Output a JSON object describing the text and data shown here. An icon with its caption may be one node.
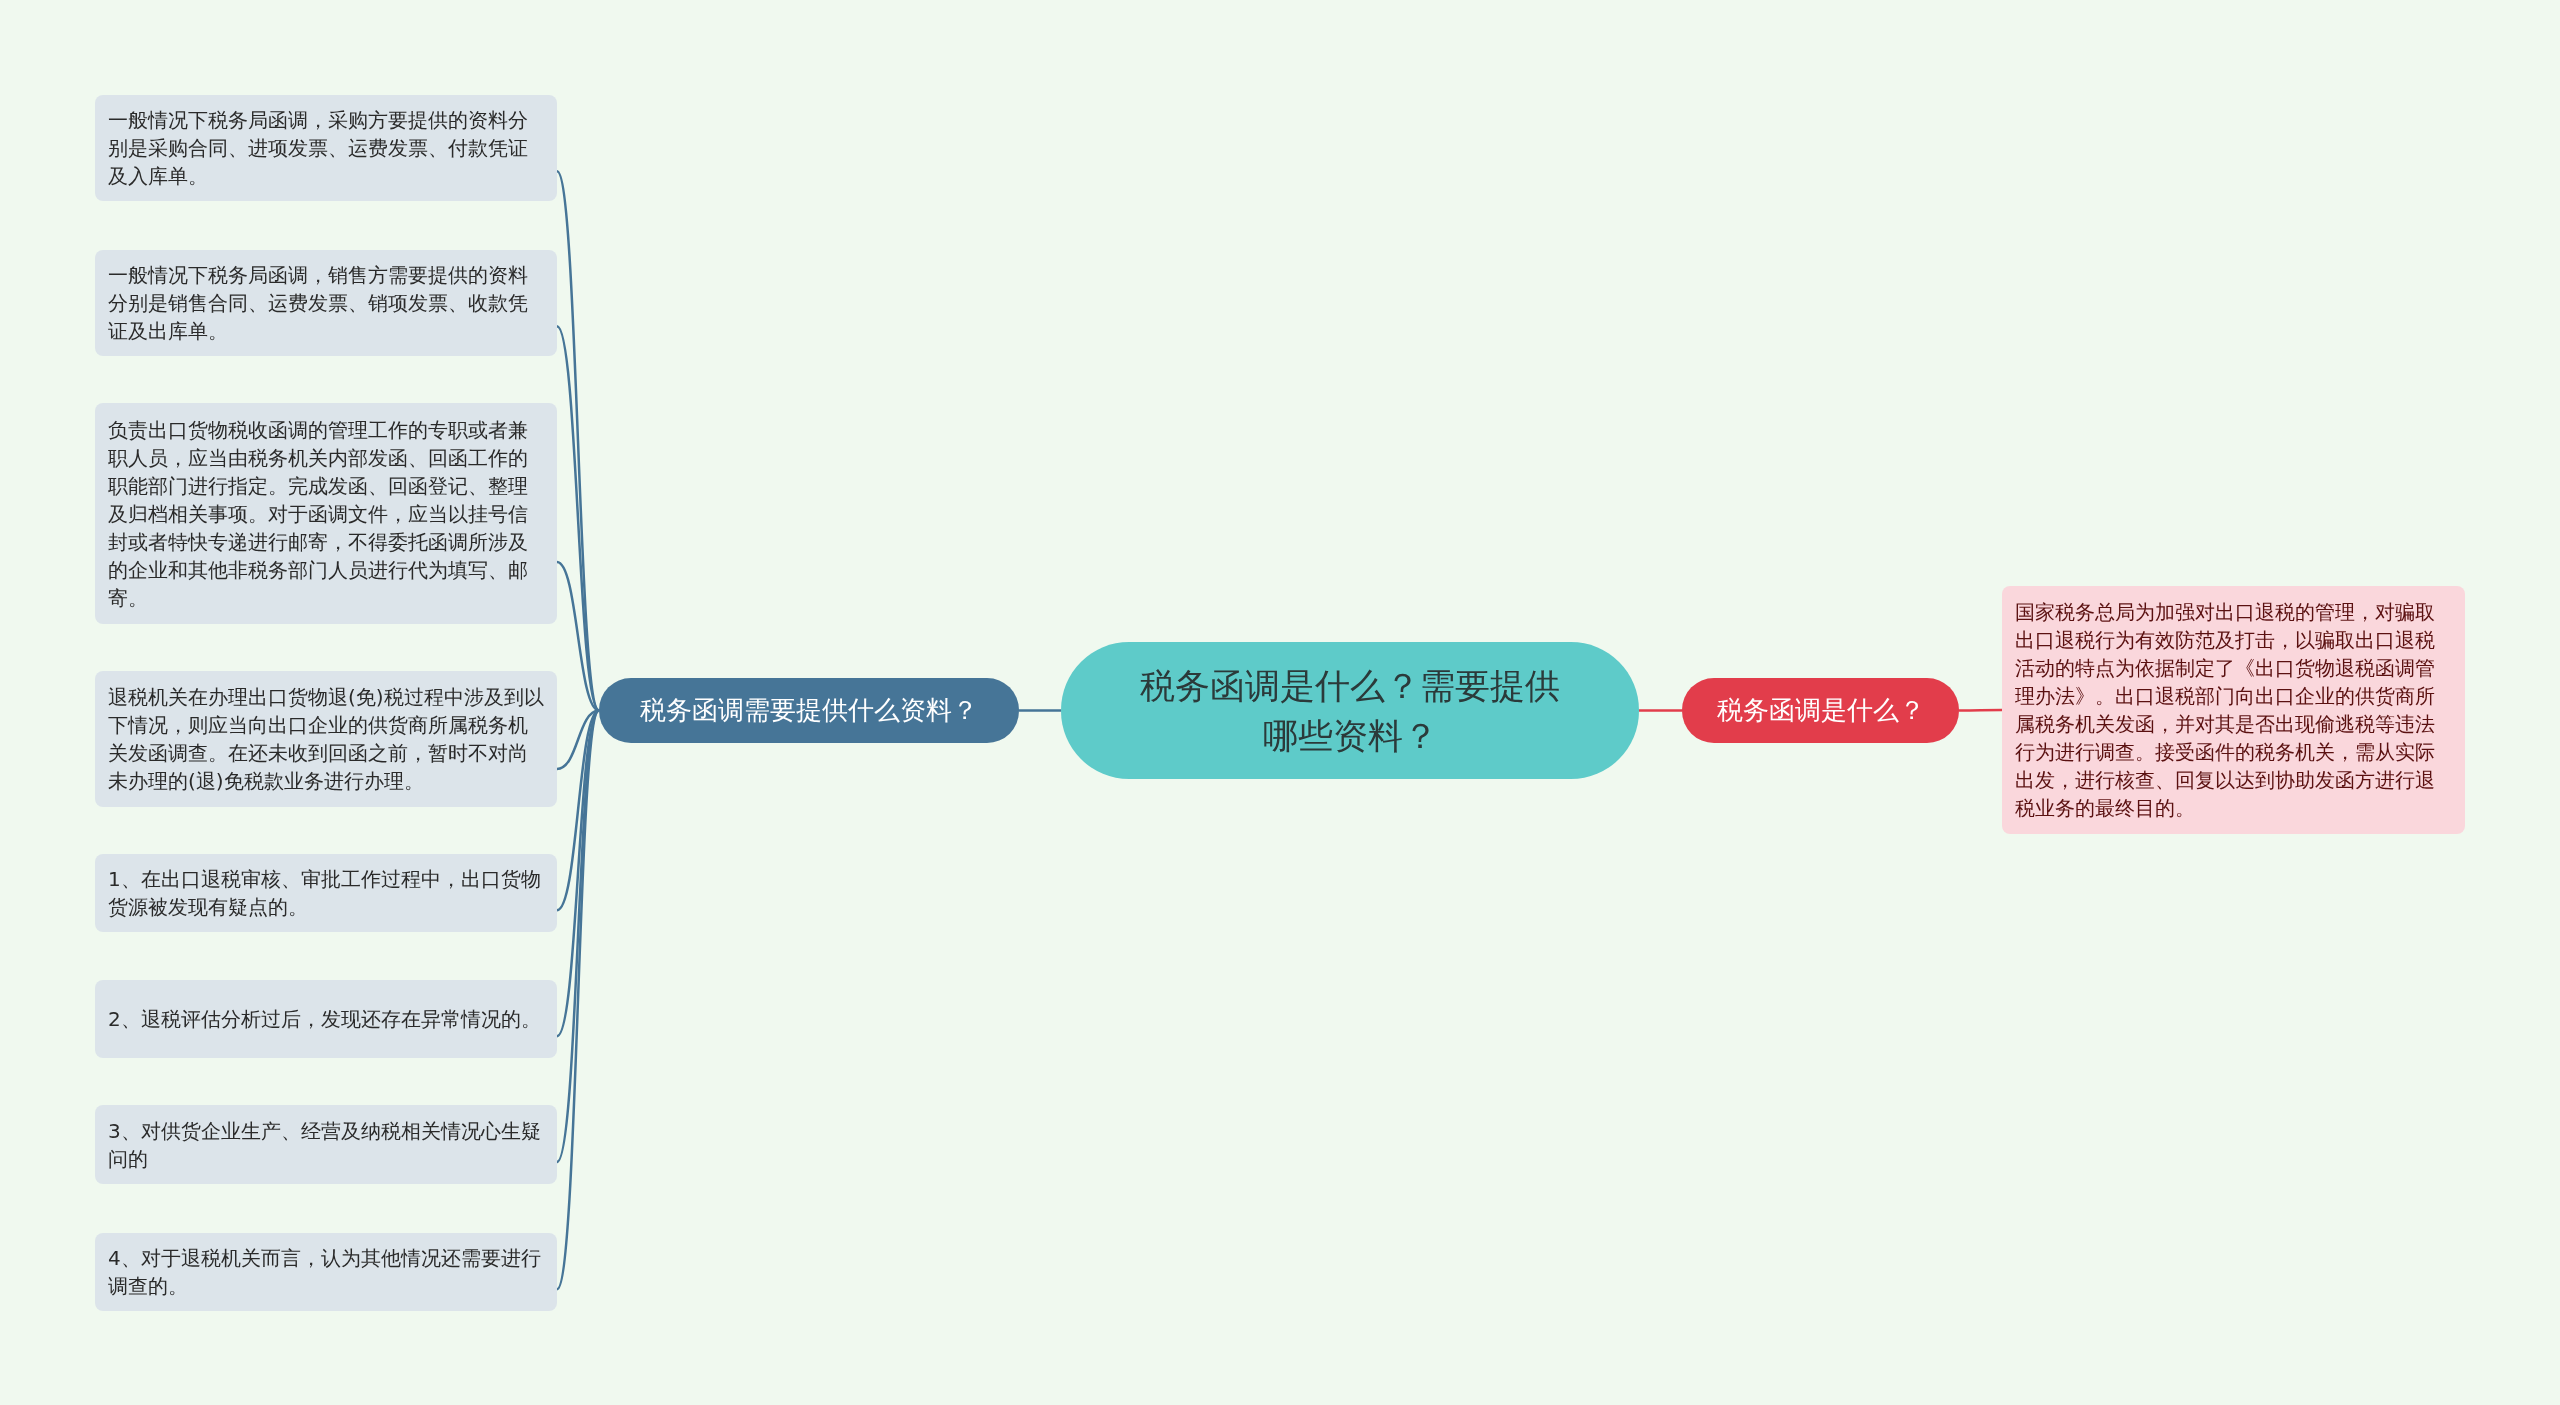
{
  "diagram": {
    "nodes": [
      {
        "text": [
          "税务函调是什么？需要提供哪些资料？"
        ]
      },
      {
        "text": [
          "税务函调需要提供什么资料？"
        ]
      },
      {
        "text": [
          "一般情况下税务局函调，采购方要提供的资料分别是采购合同、进项发票、运费发票、付款凭证及入库单。"
        ]
      },
      {
        "text": [
          "一般情况下税务局函调，销售方需要提供的资料分别是销售合同、运费发票、销项发票、收款凭证及出库单。"
        ]
      },
      {
        "text": [
          "负责出口货物税收函调的管理工作的专职或者兼职人员，应当由税务机关内部发函、回函工作的职能部门进行指定。完成发函、回函登记、整理及归档相关事项。对于函调文件，应当以挂号信封或者特快专递进行邮寄，不得委托函调所涉及的企业和其他非税务部门人员进行代为填写、邮寄。"
        ]
      },
      {
        "text": [
          "退税机关在办理出口货物退(免)税过程中涉及到以下情况，则应当向出口企业的供货商所属税务机关发函调查。在还未收到回函之前，暂时不对尚未办理的(退)免税款业务进行办理。"
        ]
      },
      {
        "text": [
          "1、在出口退税审核、审批工作过程中，出口货物货源被发现有疑点的。"
        ]
      },
      {
        "text": [
          "2、退税评估分析过后，发现还存在异常情况的。"
        ]
      },
      {
        "text": [
          "3、对供货企业生产、经营及纳税相关情况心生疑问的"
        ]
      },
      {
        "text": [
          "4、对于退税机关而言，认为其他情况还需要进行调查的。"
        ]
      },
      {
        "text": [
          "税务函调是什么？"
        ]
      },
      {
        "text": [
          "国家税务总局为加强对出口退税的管理，对骗取出口退税行为有效防范及打击，以骗取出口退税活动的特点为依据制定了《出口货物退税函调管理办法》。出口退税部门向出口企业的供货商所属税务机关发函，并对其是否出现偷逃税等违法行为进行调查。接受函件的税务机关，需从实际出发，进行核查、回复以达到协助发函方进行退税业务的最终目的。"
        ]
      }
    ],
    "edges": [
      {
        "from": 0,
        "to": 1,
        "arrow": "none"
      },
      {
        "from": 1,
        "to": 2,
        "arrow": "none"
      },
      {
        "from": 1,
        "to": 3,
        "arrow": "none"
      },
      {
        "from": 1,
        "to": 4,
        "arrow": "none"
      },
      {
        "from": 1,
        "to": 5,
        "arrow": "none"
      },
      {
        "from": 1,
        "to": 6,
        "arrow": "none"
      },
      {
        "from": 1,
        "to": 7,
        "arrow": "none"
      },
      {
        "from": 1,
        "to": 8,
        "arrow": "none"
      },
      {
        "from": 1,
        "to": 9,
        "arrow": "none"
      },
      {
        "from": 0,
        "to": 10,
        "arrow": "none",
        "color": "#e23d4b"
      },
      {
        "from": 10,
        "to": 11,
        "arrow": "none",
        "color": "#e23d4b"
      }
    ]
  }
}
